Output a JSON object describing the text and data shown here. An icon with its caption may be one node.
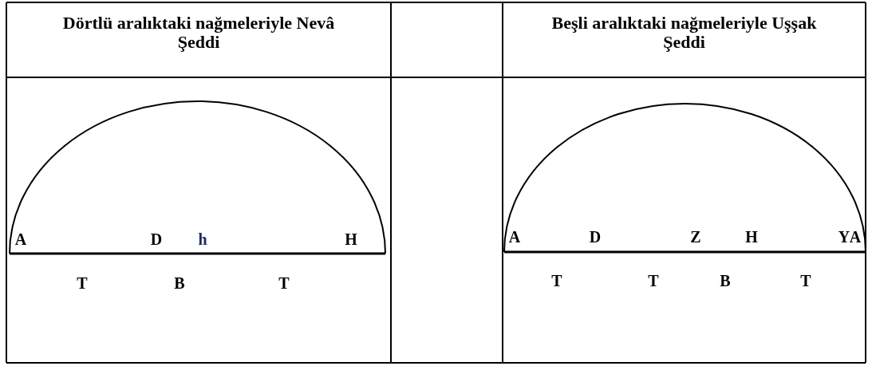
{
  "diagram": {
    "labels": [
      "Dörtlü aralıktaki nağmeleriyle Nevâ Şeddi",
      "Beşli aralıktaki nağmeleriyle Uşşak Şeddi",
      "A",
      "D",
      "h",
      "H",
      "A",
      "D",
      "Z",
      "H",
      "Y",
      "A",
      "T",
      "B",
      "T",
      "T",
      "T",
      "B",
      "T"
    ]
  }
}
